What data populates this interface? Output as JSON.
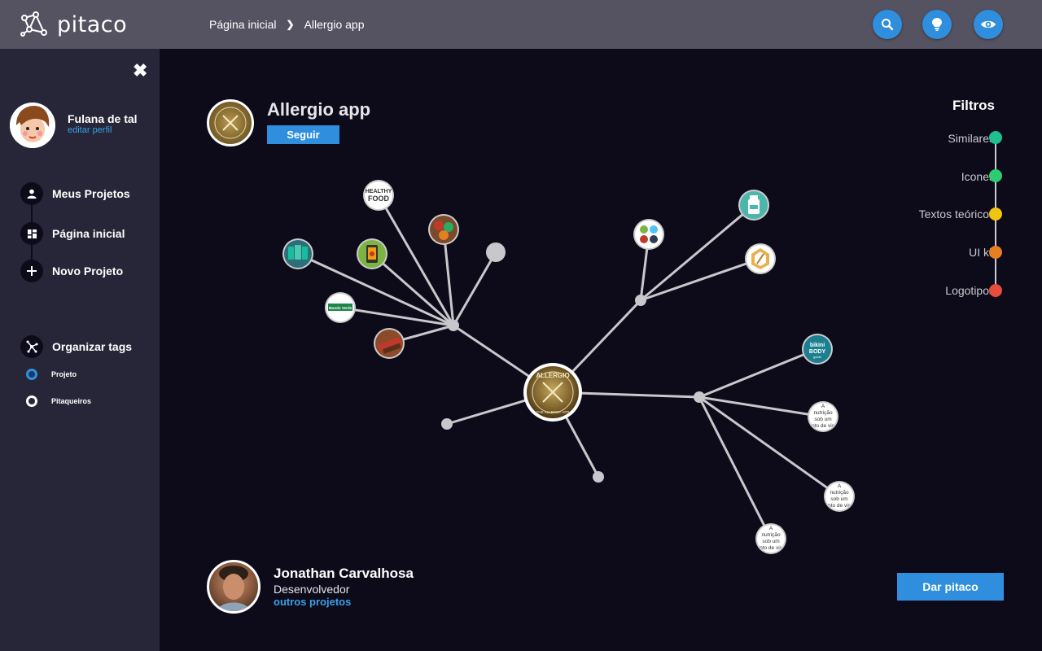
{
  "app": {
    "name": "pitaco"
  },
  "breadcrumb": {
    "home": "Página inicial",
    "current": "Allergio app"
  },
  "topbar": {
    "search_icon": "search-icon",
    "idea_icon": "lightbulb-icon",
    "view_icon": "eye-icon"
  },
  "user": {
    "name": "Fulana de tal",
    "edit_link": "editar perfil"
  },
  "nav": {
    "items": [
      {
        "label": "Meus Projetos",
        "icon": "user-icon"
      },
      {
        "label": "Página inicial",
        "icon": "dashboard-icon"
      },
      {
        "label": "Novo Projeto",
        "icon": "plus-icon"
      }
    ],
    "organize": "Organizar tags",
    "tags": [
      {
        "label": "Projeto",
        "color": "#2f8fde"
      },
      {
        "label": "Pitaqueiros",
        "color": "#ffffff"
      }
    ]
  },
  "project": {
    "title": "Allergio app",
    "follow_label": "Seguir",
    "logo_text": "ALLERGIO",
    "logo_subtext": "THE ALLERGY APP"
  },
  "filters": {
    "title": "Filtros",
    "items": [
      {
        "label": "Similares",
        "color": "#1fbf8f"
      },
      {
        "label": "Icones",
        "color": "#2ecc71"
      },
      {
        "label": "Textos teóricos",
        "color": "#f1c40f"
      },
      {
        "label": "UI kit",
        "color": "#e67e22"
      },
      {
        "label": "Logotipos",
        "color": "#e74c3c"
      }
    ]
  },
  "graph_labels": {
    "healthy": "HEALTHY",
    "food": "FOOD",
    "mundo_verde": "Mundo Verde",
    "bikini": "bikini",
    "body": "BODY",
    "guide": "guide",
    "text_lines": [
      "A",
      "nutrição",
      "sob um",
      "nto de vis"
    ]
  },
  "author": {
    "name": "Jonathan Carvalhosa",
    "role": "Desenvolvedor",
    "link": "outros projetos"
  },
  "cta": {
    "label": "Dar pitaco"
  },
  "colors": {
    "accent": "#2f8fde",
    "link": "#3aa0ea",
    "background": "#0d0b1a",
    "sidebar": "#262638",
    "topbar": "#555362"
  }
}
